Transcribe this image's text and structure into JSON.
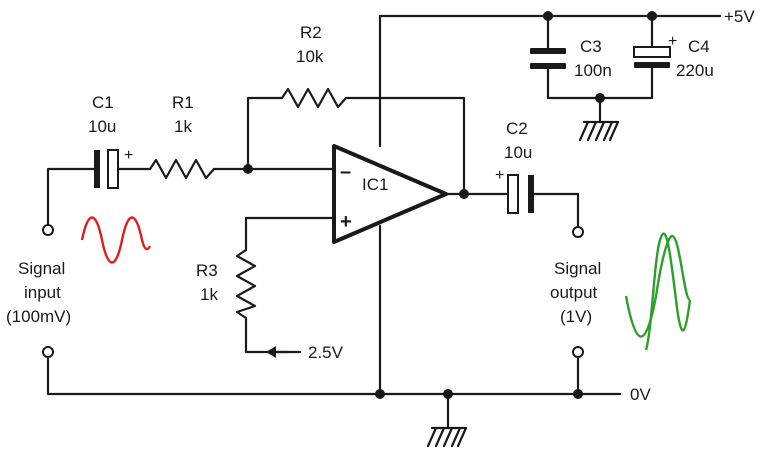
{
  "components": {
    "c1": {
      "name": "C1",
      "value": "10u",
      "polarity": "+"
    },
    "r1": {
      "name": "R1",
      "value": "1k"
    },
    "r2": {
      "name": "R2",
      "value": "10k"
    },
    "r3": {
      "name": "R3",
      "value": "1k"
    },
    "c2": {
      "name": "C2",
      "value": "10u",
      "polarity": "+"
    },
    "c3": {
      "name": "C3",
      "value": "100n"
    },
    "c4": {
      "name": "C4",
      "value": "220u",
      "polarity": "+"
    },
    "ic1": {
      "name": "IC1",
      "inverting": "–",
      "noninverting": "+"
    }
  },
  "rails": {
    "supply": "+5V",
    "ground": "0V",
    "bias": "2.5V"
  },
  "signals": {
    "input": {
      "line1": "Signal",
      "line2": "input",
      "line3": "(100mV)",
      "color": "#e01e1e"
    },
    "output": {
      "line1": "Signal",
      "line2": "output",
      "line3": "(1V)",
      "color": "#2aa02a"
    }
  }
}
